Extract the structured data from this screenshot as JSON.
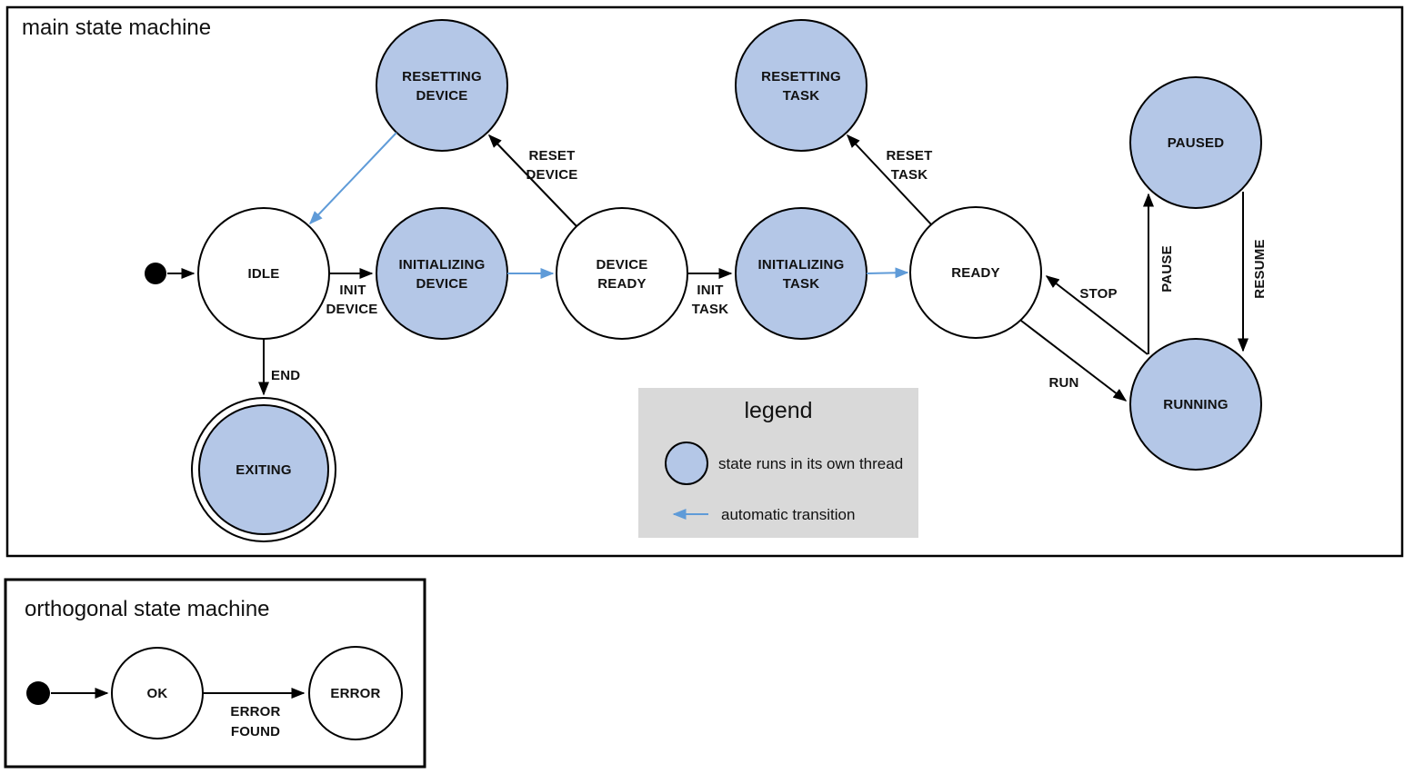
{
  "colors": {
    "thread_fill": "#b4c7e7",
    "auto_arrow": "#5f9bd8",
    "legend_bg": "#d9d9d9",
    "stroke": "#000000"
  },
  "main": {
    "title": "main state machine",
    "states": {
      "idle": [
        "IDLE"
      ],
      "resetting_device": [
        "RESETTING",
        "DEVICE"
      ],
      "initializing_device": [
        "INITIALIZING",
        "DEVICE"
      ],
      "device_ready": [
        "DEVICE",
        "READY"
      ],
      "resetting_task": [
        "RESETTING",
        "TASK"
      ],
      "initializing_task": [
        "INITIALIZING",
        "TASK"
      ],
      "ready": [
        "READY"
      ],
      "paused": [
        "PAUSED"
      ],
      "running": [
        "RUNNING"
      ],
      "exiting": [
        "EXITING"
      ]
    },
    "labels": {
      "init_device": [
        "INIT",
        "DEVICE"
      ],
      "reset_device": [
        "RESET",
        "DEVICE"
      ],
      "init_task": [
        "INIT",
        "TASK"
      ],
      "reset_task": [
        "RESET",
        "TASK"
      ],
      "end": "END",
      "stop": "STOP",
      "run": "RUN",
      "pause": "PAUSE",
      "resume": "RESUME"
    }
  },
  "legend": {
    "title": "legend",
    "thread_note": "state runs in its own thread",
    "auto_note": "automatic transition"
  },
  "orthogonal": {
    "title": "orthogonal state machine",
    "states": {
      "ok": [
        "OK"
      ],
      "error": [
        "ERROR"
      ]
    },
    "labels": {
      "error_found": [
        "ERROR",
        "FOUND"
      ]
    }
  }
}
